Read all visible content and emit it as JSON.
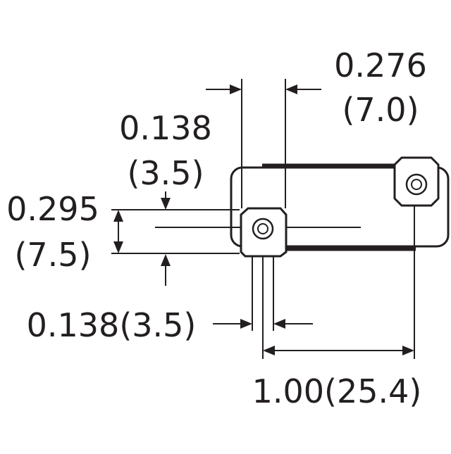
{
  "dimensions": {
    "width_in": "0.276",
    "width_mm": "(7.0)",
    "offset_in": "0.138",
    "offset_mm": "(3.5)",
    "height_in": "0.295",
    "height_mm": "(7.5)",
    "terminal_in_mm": "0.138(3.5)",
    "length_in_mm": "1.00(25.4)"
  },
  "colors": {
    "line": "#231f20",
    "background": "#ffffff"
  }
}
